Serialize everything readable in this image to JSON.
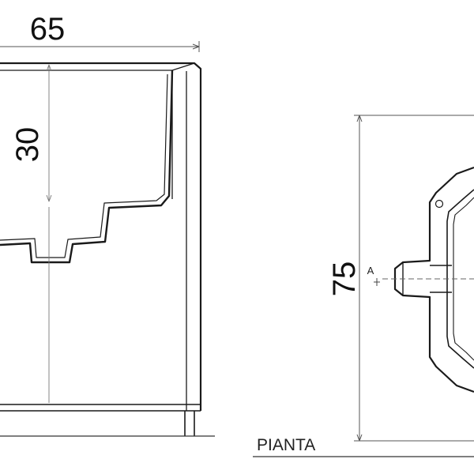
{
  "dimensions": {
    "width": "65",
    "depth": "30",
    "plan_length": "75"
  },
  "labels": {
    "plan": "PIANTA",
    "section_marker": "A"
  },
  "colors": {
    "line": "#1a1a1a",
    "dimension_line": "#555555",
    "background": "#ffffff"
  }
}
